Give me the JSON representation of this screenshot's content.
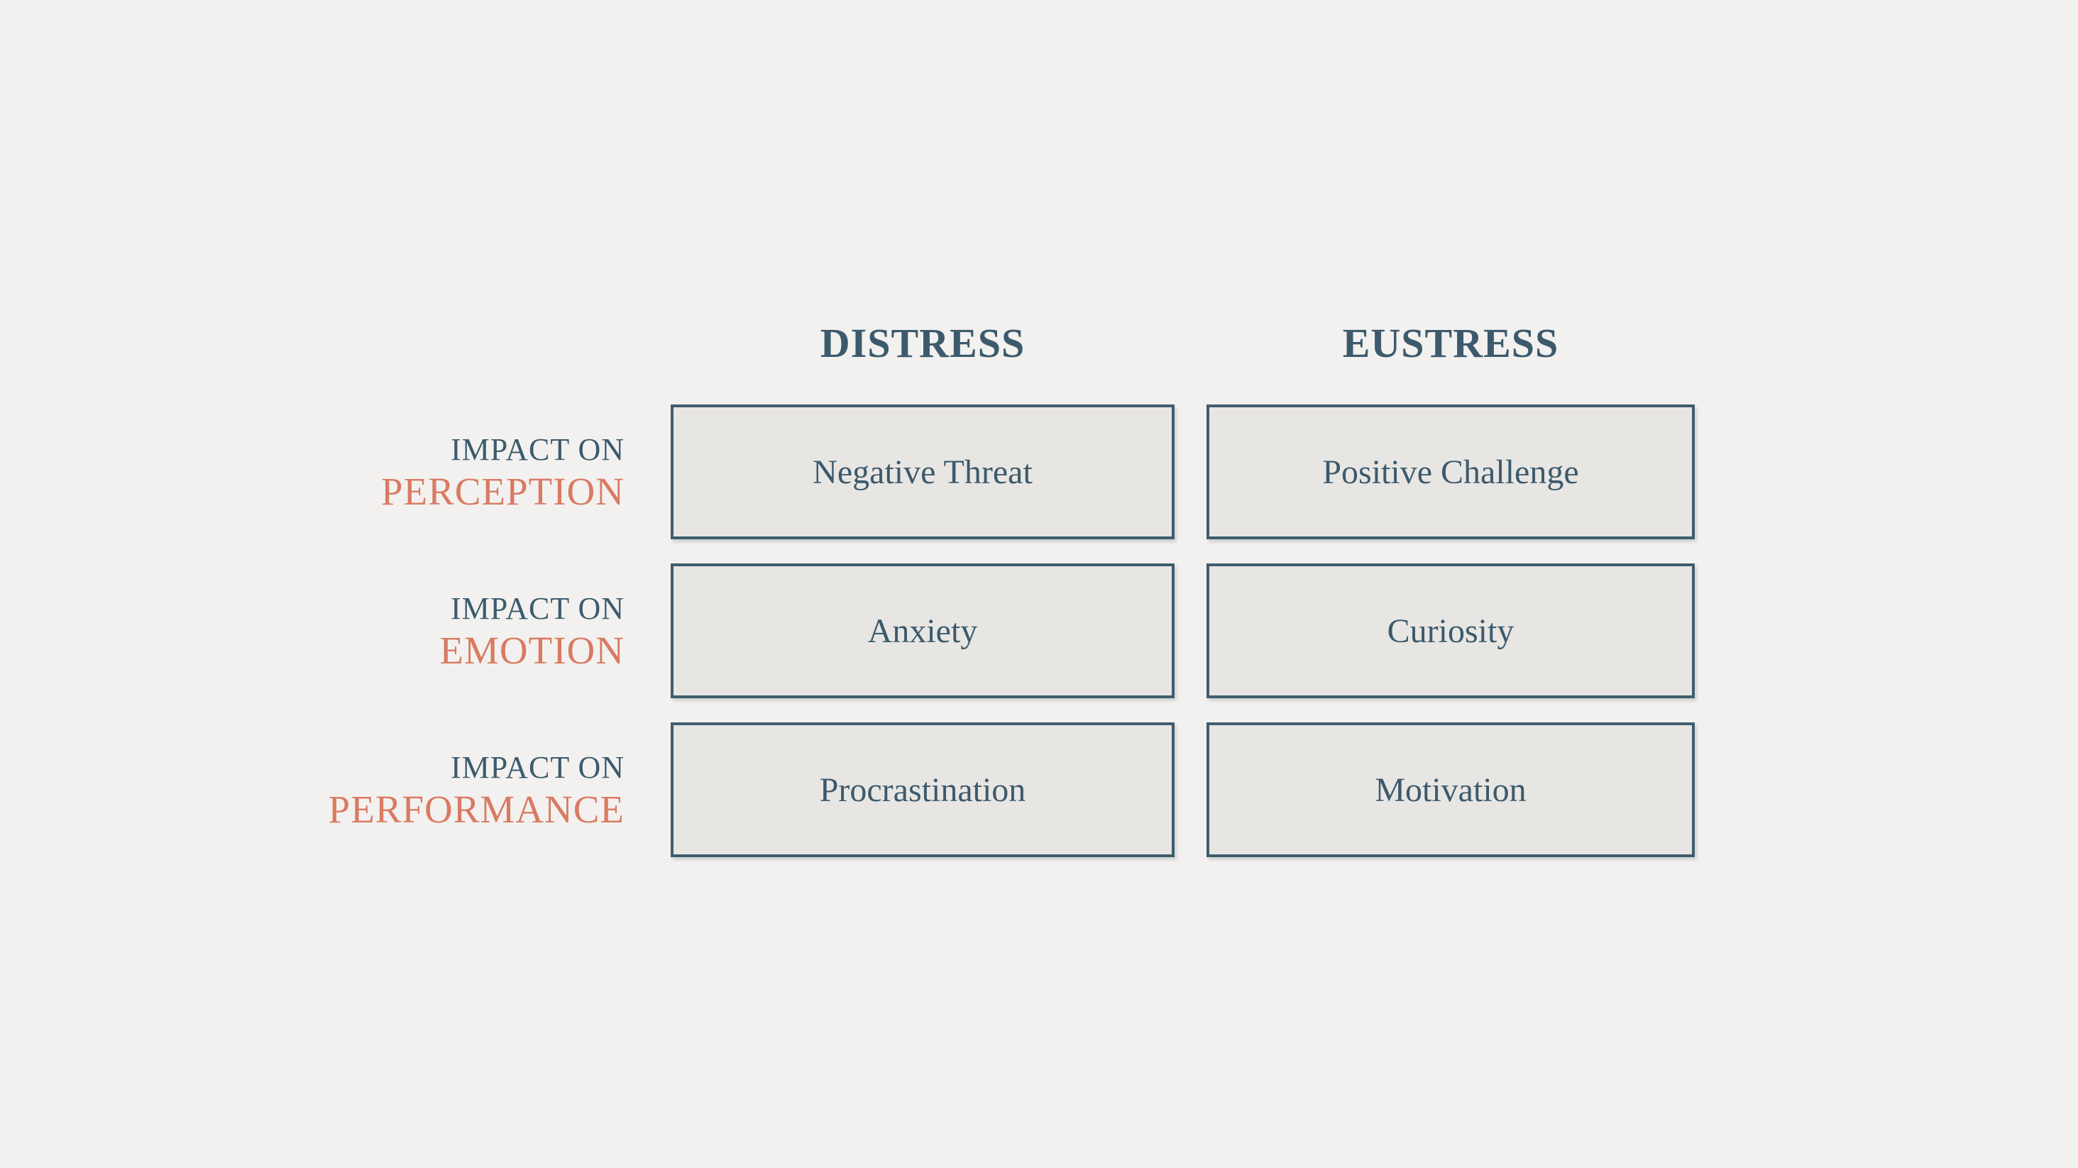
{
  "colors": {
    "bg": "#f2f1ef",
    "teal": "#3c5a6c",
    "coral": "#d97a62",
    "box_fill": "#e8e6e3",
    "box_border": "#3f5d6e"
  },
  "matrix": {
    "column_headers": [
      "DISTRESS",
      "EUSTRESS"
    ],
    "rows": [
      {
        "label_prefix": "IMPACT ON",
        "label_emphasis": "PERCEPTION",
        "cells": [
          "Negative Threat",
          "Positive Challenge"
        ]
      },
      {
        "label_prefix": "IMPACT ON",
        "label_emphasis": "EMOTION",
        "cells": [
          "Anxiety",
          "Curiosity"
        ]
      },
      {
        "label_prefix": "IMPACT ON",
        "label_emphasis": "PERFORMANCE",
        "cells": [
          "Procrastination",
          "Motivation"
        ]
      }
    ]
  }
}
